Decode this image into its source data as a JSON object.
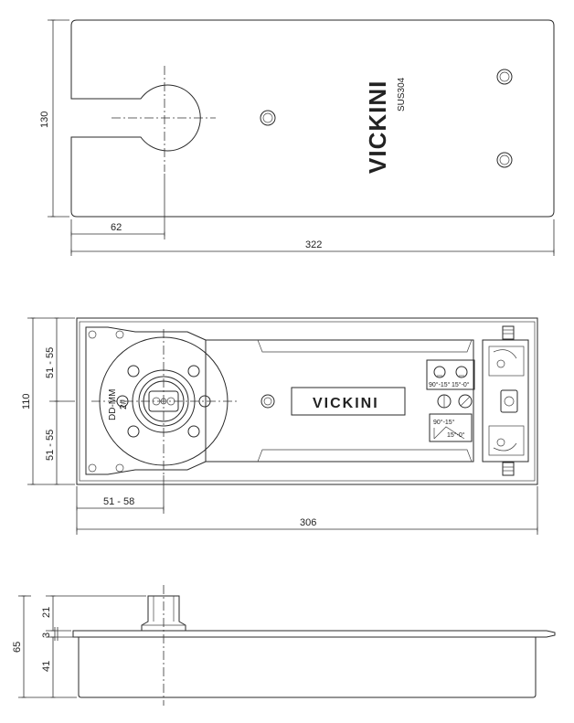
{
  "top_view": {
    "brand": "VICKINI",
    "material": "SUS304",
    "dim_height": "130",
    "dim_offset": "62",
    "dim_length": "322"
  },
  "middle_view": {
    "brand": "VICKINI",
    "model": "DD-MM",
    "model_sub": "2#",
    "dim_upper": "51 - 55",
    "dim_lower": "51 - 55",
    "dim_height": "110",
    "dim_offset": "51 - 58",
    "dim_length": "306",
    "valve_labels": [
      "90°-15°",
      "15°-0°"
    ],
    "curve_labels": [
      "90°-15°",
      "15°-0°"
    ]
  },
  "side_view": {
    "dim_total": "65",
    "dim_top": "21",
    "dim_plate": "3",
    "dim_body": "41"
  }
}
